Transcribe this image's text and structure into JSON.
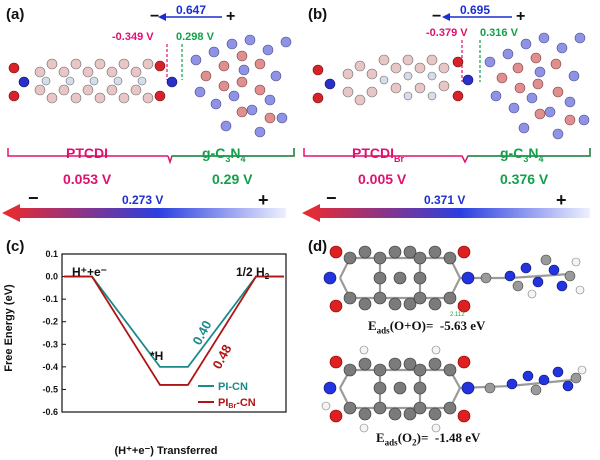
{
  "panels": {
    "a": {
      "tag": "(a)",
      "dipole_value": "0.647",
      "minus": "−",
      "plus": "+",
      "left_potential": "-0.349 V",
      "right_potential": "0.298 V",
      "left_label": "PTCDI",
      "left_value": "0.053 V",
      "right_label_main": "g-C",
      "right_label_sub1": "3",
      "right_label_mid": "N",
      "right_label_sub2": "4",
      "right_value": "0.29 V",
      "arrow_value": "0.273 V"
    },
    "b": {
      "tag": "(b)",
      "dipole_value": "0.695",
      "minus": "−",
      "plus": "+",
      "left_potential": "-0.379 V",
      "right_potential": "0.316 V",
      "left_label_main": "PTCDI",
      "left_label_sub": "Br",
      "left_value": "0.005 V",
      "right_label_main": "g-C",
      "right_label_sub1": "3",
      "right_label_mid": "N",
      "right_label_sub2": "4",
      "right_value": "0.376 V",
      "arrow_value": "0.371 V"
    },
    "c": {
      "tag": "(c)",
      "y_axis_label": "Free Energy (eV)",
      "x_axis_label": "(H⁺+e⁻) Transferred",
      "start_label": "H⁺+e⁻",
      "end_label": "1/2 H",
      "end_label_sub": "2",
      "mid_label": "*H",
      "barrier_1": "0.40",
      "barrier_2": "0.48"
    },
    "d": {
      "tag": "(d)",
      "eads1_prefix": "E",
      "eads1_sub": "ads",
      "eads1_species": "(O+O)=",
      "eads1_value": "-5.63 eV",
      "eads2_prefix": "E",
      "eads2_sub": "ads",
      "eads2_species_pre": "(O",
      "eads2_species_sub": "2",
      "eads2_species_post": ")=",
      "eads2_value": "-1.48 eV",
      "bond_label": "2.112"
    }
  },
  "chart_data": {
    "type": "line",
    "title": "",
    "xlabel": "(H⁺+e⁻) Transferred",
    "ylabel": "Free Energy (eV)",
    "ylim": [
      -0.6,
      0.1
    ],
    "yticks": [
      "0.1",
      "0.0",
      "-0.1",
      "-0.2",
      "-0.3",
      "-0.4",
      "-0.5",
      "-0.6"
    ],
    "series": [
      {
        "name": "PI-CN",
        "color": "#1a8a8a",
        "values": [
          0.0,
          -0.4,
          0.0
        ]
      },
      {
        "name": "PI",
        "name_sub": "Br",
        "name_post": "-CN",
        "color": "#b01515",
        "values": [
          0.0,
          -0.48,
          0.0
        ]
      }
    ],
    "states": [
      "H⁺+e⁻",
      "*H",
      "1/2 H₂"
    ],
    "legend_position": "bottom-right"
  },
  "colors": {
    "pink": "#e0106f",
    "green": "#12a04a",
    "blue": "#1a2fd1",
    "teal": "#1a8a8a",
    "dark_red": "#b01515"
  }
}
